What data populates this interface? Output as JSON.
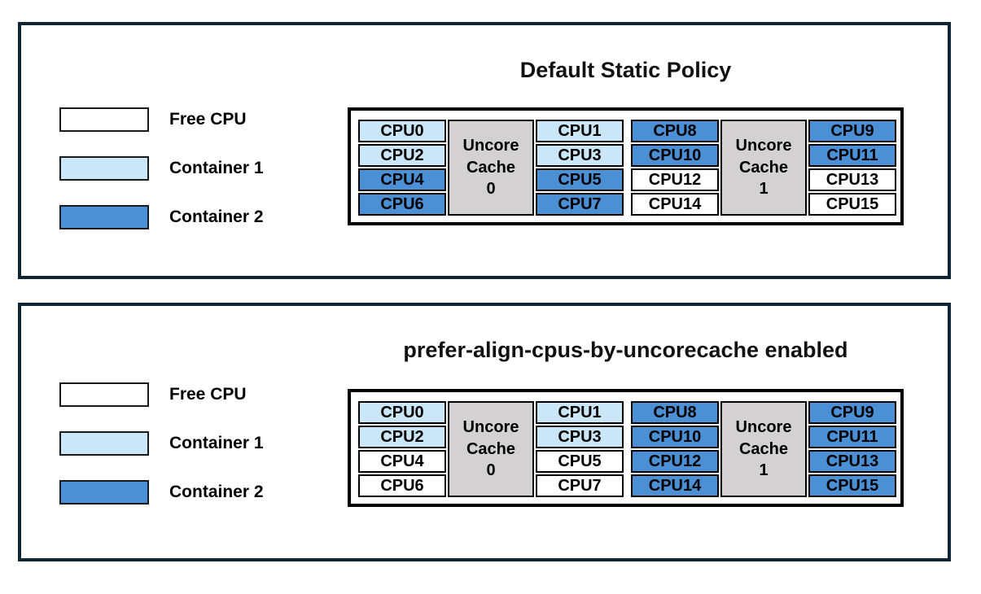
{
  "colors": {
    "free": "#ffffff",
    "container1": "#cae6f7",
    "container2": "#4b8fd4",
    "uncore": "#d3d1d1",
    "panel_border": "#0d2534"
  },
  "legend": {
    "items": [
      {
        "label": "Free CPU",
        "state": "free"
      },
      {
        "label": "Container 1",
        "state": "container1"
      },
      {
        "label": "Container 2",
        "state": "container2"
      }
    ]
  },
  "panels": [
    {
      "title": "Default Static Policy",
      "groups": [
        {
          "cache_label": "Uncore\nCache\n0",
          "left": [
            {
              "label": "CPU0",
              "state": "container1"
            },
            {
              "label": "CPU2",
              "state": "container1"
            },
            {
              "label": "CPU4",
              "state": "container2"
            },
            {
              "label": "CPU6",
              "state": "container2"
            }
          ],
          "right": [
            {
              "label": "CPU1",
              "state": "container1"
            },
            {
              "label": "CPU3",
              "state": "container1"
            },
            {
              "label": "CPU5",
              "state": "container2"
            },
            {
              "label": "CPU7",
              "state": "container2"
            }
          ]
        },
        {
          "cache_label": "Uncore\nCache\n1",
          "left": [
            {
              "label": "CPU8",
              "state": "container2"
            },
            {
              "label": "CPU10",
              "state": "container2"
            },
            {
              "label": "CPU12",
              "state": "free"
            },
            {
              "label": "CPU14",
              "state": "free"
            }
          ],
          "right": [
            {
              "label": "CPU9",
              "state": "container2"
            },
            {
              "label": "CPU11",
              "state": "container2"
            },
            {
              "label": "CPU13",
              "state": "free"
            },
            {
              "label": "CPU15",
              "state": "free"
            }
          ]
        }
      ]
    },
    {
      "title": "prefer-align-cpus-by-uncorecache enabled",
      "groups": [
        {
          "cache_label": "Uncore\nCache\n0",
          "left": [
            {
              "label": "CPU0",
              "state": "container1"
            },
            {
              "label": "CPU2",
              "state": "container1"
            },
            {
              "label": "CPU4",
              "state": "free"
            },
            {
              "label": "CPU6",
              "state": "free"
            }
          ],
          "right": [
            {
              "label": "CPU1",
              "state": "container1"
            },
            {
              "label": "CPU3",
              "state": "container1"
            },
            {
              "label": "CPU5",
              "state": "free"
            },
            {
              "label": "CPU7",
              "state": "free"
            }
          ]
        },
        {
          "cache_label": "Uncore\nCache\n1",
          "left": [
            {
              "label": "CPU8",
              "state": "container2"
            },
            {
              "label": "CPU10",
              "state": "container2"
            },
            {
              "label": "CPU12",
              "state": "container2"
            },
            {
              "label": "CPU14",
              "state": "container2"
            }
          ],
          "right": [
            {
              "label": "CPU9",
              "state": "container2"
            },
            {
              "label": "CPU11",
              "state": "container2"
            },
            {
              "label": "CPU13",
              "state": "container2"
            },
            {
              "label": "CPU15",
              "state": "container2"
            }
          ]
        }
      ]
    }
  ]
}
